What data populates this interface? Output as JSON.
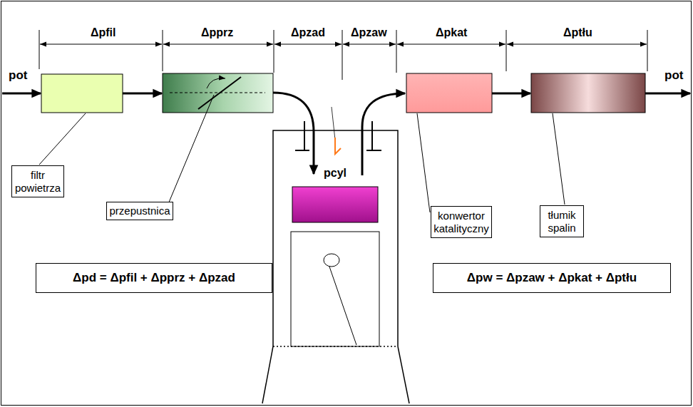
{
  "diagram": {
    "nodes": [
      {
        "text": [
          "filtr powietrza"
        ]
      },
      {
        "text": [
          "przepustnica"
        ]
      },
      {
        "text": [
          "konwertor katalityczny"
        ]
      },
      {
        "text": [
          "tłumik spalin"
        ]
      },
      {
        "text": [
          "Δpd = Δpfil + Δpprz + Δpzad"
        ]
      },
      {
        "text": [
          "Δpw = Δpzaw + Δpkat + Δptłu"
        ]
      }
    ],
    "labels": [
      "pot",
      "pot",
      "Δpfil",
      "Δpprz",
      "Δpzad",
      "Δpzaw",
      "Δpkat",
      "Δptłu",
      "pcyl"
    ]
  }
}
